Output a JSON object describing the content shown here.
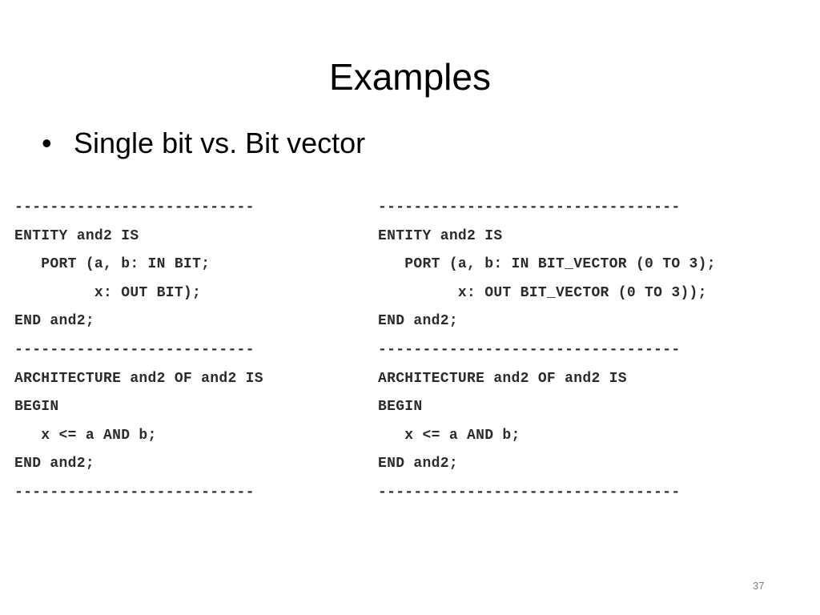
{
  "slide": {
    "title": "Examples",
    "bullet_marker": "•",
    "bullet_text": "Single bit vs. Bit vector",
    "page_number": "37"
  },
  "code_left": [
    "---------------------------",
    "ENTITY and2 IS",
    "   PORT (a, b: IN BIT;",
    "         x: OUT BIT);",
    "END and2;",
    "---------------------------",
    "ARCHITECTURE and2 OF and2 IS",
    "BEGIN",
    "   x <= a AND b;",
    "END and2;",
    "---------------------------"
  ],
  "code_right": [
    "----------------------------------",
    "ENTITY and2 IS",
    "   PORT (a, b: IN BIT_VECTOR (0 TO 3);",
    "         x: OUT BIT_VECTOR (0 TO 3));",
    "END and2;",
    "----------------------------------",
    "ARCHITECTURE and2 OF and2 IS",
    "BEGIN",
    "   x <= a AND b;",
    "END and2;",
    "----------------------------------"
  ]
}
